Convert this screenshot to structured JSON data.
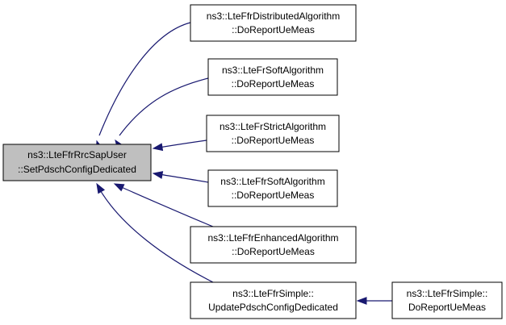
{
  "diagram": {
    "colors": {
      "edge": "#191970",
      "box_border": "#000000",
      "root_fill": "#bfbfbf",
      "box_fill": "#ffffff"
    },
    "nodes": [
      {
        "id": "root",
        "lines": [
          "ns3::LteFfrRrcSapUser",
          "::SetPdschConfigDedicated"
        ]
      },
      {
        "id": "n1",
        "lines": [
          "ns3::LteFfrDistributedAlgorithm",
          "::DoReportUeMeas"
        ]
      },
      {
        "id": "n2",
        "lines": [
          "ns3::LteFrSoftAlgorithm",
          "::DoReportUeMeas"
        ]
      },
      {
        "id": "n3",
        "lines": [
          "ns3::LteFrStrictAlgorithm",
          "::DoReportUeMeas"
        ]
      },
      {
        "id": "n4",
        "lines": [
          "ns3::LteFfrSoftAlgorithm",
          "::DoReportUeMeas"
        ]
      },
      {
        "id": "n5",
        "lines": [
          "ns3::LteFfrEnhancedAlgorithm",
          "::DoReportUeMeas"
        ]
      },
      {
        "id": "n6",
        "lines": [
          "ns3::LteFfrSimple::",
          "UpdatePdschConfigDedicated"
        ]
      },
      {
        "id": "n7",
        "lines": [
          "ns3::LteFfrSimple::",
          "DoReportUeMeas"
        ]
      }
    ],
    "edges": [
      {
        "from": "n1",
        "to": "root"
      },
      {
        "from": "n2",
        "to": "root"
      },
      {
        "from": "n3",
        "to": "root"
      },
      {
        "from": "n4",
        "to": "root"
      },
      {
        "from": "n5",
        "to": "root"
      },
      {
        "from": "n6",
        "to": "root"
      },
      {
        "from": "n7",
        "to": "n6"
      }
    ]
  }
}
